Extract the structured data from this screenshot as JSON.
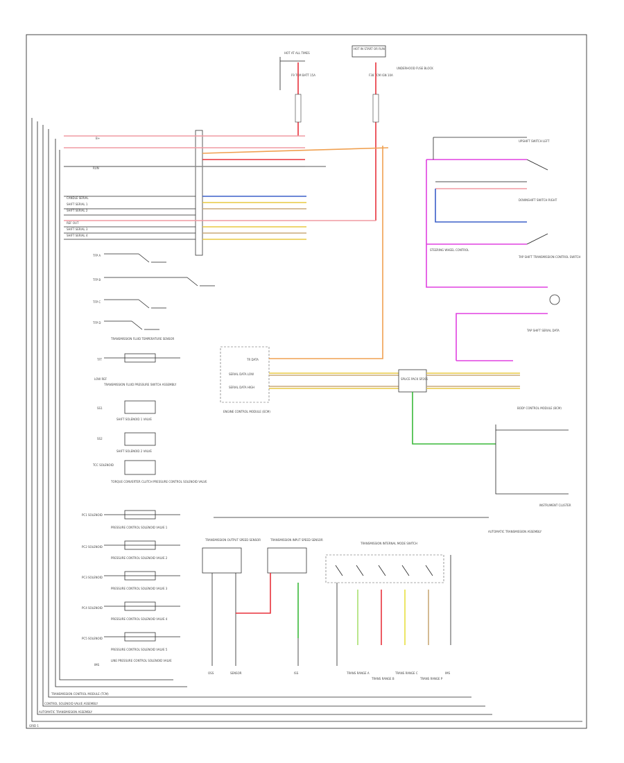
{
  "diagram": {
    "page_label": "GRID 1",
    "harness_labels": [
      "TRANSMISSION CONTROL MODULE (TCM)",
      "CONTROL SOLENOID VALVE ASSEMBLY",
      "AUTOMATIC TRANSMISSION ASSEMBLY"
    ],
    "top_components": {
      "fuse_label": "HOT AT ALL TIMES",
      "ignition_label": "HOT IN START OR RUN",
      "underhood_label": "UNDERHOOD FUSE BLOCK",
      "fuse_a": "F9 TCM BATT 15A",
      "fuse_b": "F38 TCM IGN 10A"
    },
    "left_signals": [
      "B+",
      "RUN",
      "CANDLE SERIAL",
      "SHIFT SERIAL 1",
      "SHIFT SERIAL 2",
      "REF OUT",
      "SHIFT SERIAL 3",
      "SHIFT SERIAL 4",
      "TFP A",
      "TFP B",
      "TFP C",
      "TFP D"
    ],
    "left_components": [
      {
        "signal": "TFT",
        "name": "TRANSMISSION FLUID TEMPERATURE SENSOR"
      },
      {
        "signal": "LOW REF",
        "name": "TRANSMISSION FLUID PRESSURE SWITCH ASSEMBLY"
      },
      {
        "signal": "SS1",
        "name": "SHIFT SOLENOID 1 VALVE"
      },
      {
        "signal": "SS2",
        "name": "SHIFT SOLENOID 2 VALVE"
      },
      {
        "signal": "TCC SOLENOID",
        "name": "TORQUE CONVERTER CLUTCH PRESSURE CONTROL SOLENOID VALVE"
      },
      {
        "signal": "PC1 SOLENOID",
        "name": "PRESSURE CONTROL SOLENOID VALVE 1"
      },
      {
        "signal": "PC2 SOLENOID",
        "name": "PRESSURE CONTROL SOLENOID VALVE 2"
      },
      {
        "signal": "PC3 SOLENOID",
        "name": "PRESSURE CONTROL SOLENOID VALVE 3"
      },
      {
        "signal": "PC4 SOLENOID",
        "name": "PRESSURE CONTROL SOLENOID VALVE 4"
      },
      {
        "signal": "PC5 SOLENOID",
        "name": "PRESSURE CONTROL SOLENOID VALVE 5"
      },
      {
        "signal": "IMS",
        "name": "LINE PRESSURE CONTROL SOLENOID VALVE"
      }
    ],
    "wire_colors": {
      "red": "#e8313a",
      "pink": "#f09aa2",
      "orange": "#f0a050",
      "yellow": "#e8c840",
      "tan": "#c9a878",
      "blue": "#3a5ec8",
      "magenta": "#e040e0",
      "green": "#38b838",
      "gray": "#888888",
      "black": "#222222"
    },
    "mid_components": {
      "ecm_box": "ENGINE CONTROL MODULE (ECM)",
      "ecm_pins": [
        "TR DATA",
        "SERIAL DATA LOW",
        "SERIAL DATA HIGH"
      ],
      "splice": "SPLICE PACK SP205"
    },
    "right_components": [
      "UPSHIFT SWITCH LEFT",
      "DOWNSHIFT SWITCH RIGHT",
      "TAP SHIFT TRANSMISSION CONTROL SWITCH",
      "STEERING WHEEL CONTROL",
      "TAP SHIFT SERIAL DATA",
      "BODY CONTROL MODULE (BCM)",
      "INSTRUMENT CLUSTER"
    ],
    "bottom_components": {
      "sensor1": "TRANSMISSION OUTPUT SPEED SENSOR",
      "sensor2": "TRANSMISSION INPUT SPEED SENSOR",
      "switch_group": "TRANSMISSION INTERNAL MODE SWITCH",
      "tags": [
        "OSS",
        "SENSOR",
        "ISS",
        "TRANS RANGE A",
        "TRANS RANGE B",
        "TRANS RANGE C",
        "TRANS RANGE P",
        "IMS"
      ],
      "auto_trans_label": "AUTOMATIC TRANSMISSION ASSEMBLY"
    }
  }
}
